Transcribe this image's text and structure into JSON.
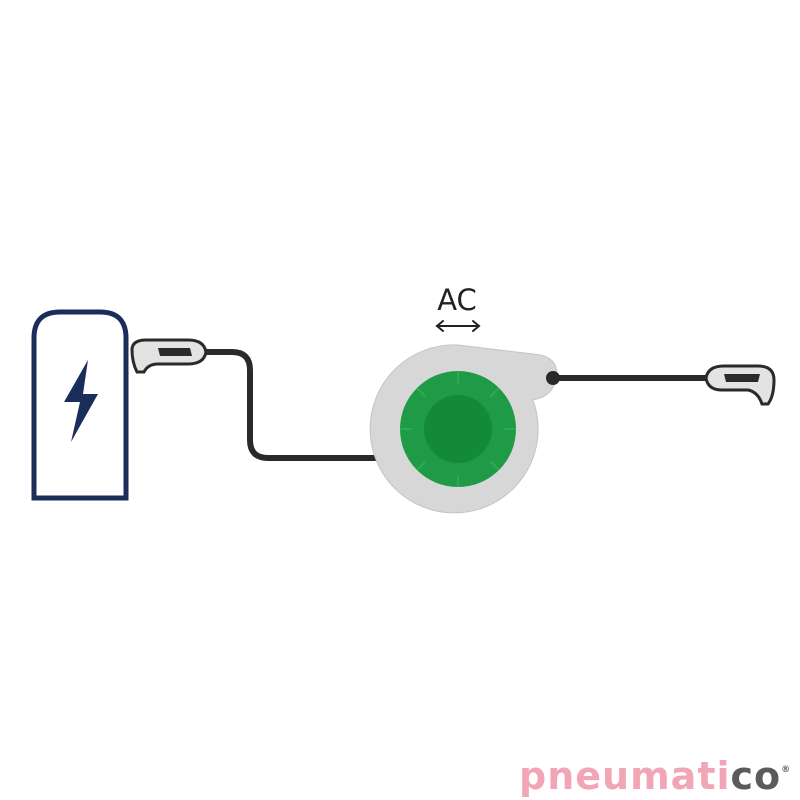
{
  "diagram": {
    "current_label": "AC",
    "icons": {
      "station": "charging-station-icon",
      "bolt": "lightning-bolt-icon",
      "reel": "cable-reel-icon",
      "plug": "ev-plug-icon",
      "arrow": "double-arrow-icon"
    },
    "colors": {
      "station_outline": "#1b2e5b",
      "cable": "#2a2a2a",
      "reel_housing": "#d7d7d7",
      "reel_drum": "#1f9a46",
      "reel_hub": "#138a38",
      "plug_body": "#e3e3e3"
    }
  },
  "brand": {
    "name_main": "pneumati",
    "name_end": "co",
    "reg_mark": "®",
    "logo": "pneumatico-logo"
  }
}
